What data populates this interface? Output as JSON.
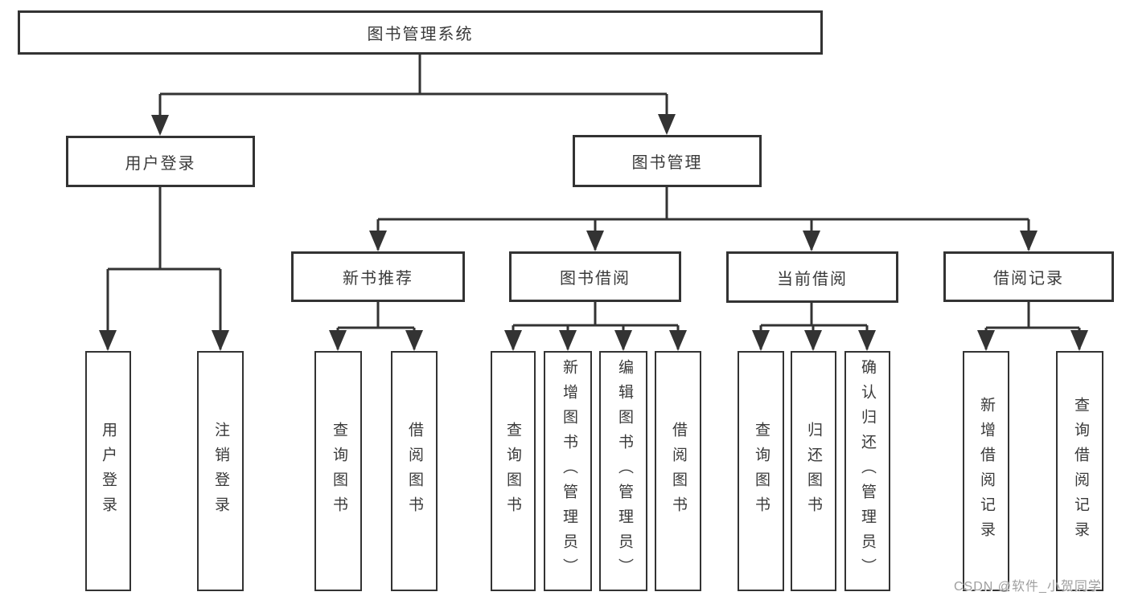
{
  "tree": {
    "label": "图书管理系统",
    "children": [
      {
        "label": "用户登录",
        "children": [
          {
            "label": "用户登录"
          },
          {
            "label": "注销登录"
          }
        ]
      },
      {
        "label": "图书管理",
        "children": [
          {
            "label": "新书推荐",
            "children": [
              {
                "label": "查询图书"
              },
              {
                "label": "借阅图书"
              }
            ]
          },
          {
            "label": "图书借阅",
            "children": [
              {
                "label": "查询图书"
              },
              {
                "label": "新增图书（管理员）"
              },
              {
                "label": "编辑图书（管理员）"
              },
              {
                "label": "借阅图书"
              }
            ]
          },
          {
            "label": "当前借阅",
            "children": [
              {
                "label": "查询图书"
              },
              {
                "label": "归还图书"
              },
              {
                "label": "确认归还（管理员）"
              }
            ]
          },
          {
            "label": "借阅记录",
            "children": [
              {
                "label": "新增借阅记录"
              },
              {
                "label": "查询借阅记录"
              }
            ]
          }
        ]
      }
    ]
  },
  "watermark": {
    "text": "CSDN @软件_小贺同学"
  },
  "colors": {
    "line": "#333333",
    "box_border": "#333333",
    "text": "#3a3a3a",
    "watermark": "#9f9f9f",
    "background": "#ffffff"
  }
}
